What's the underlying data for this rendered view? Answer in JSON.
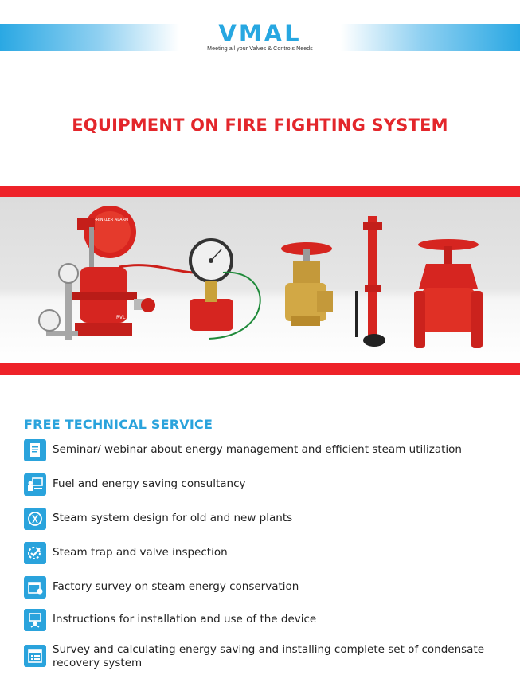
{
  "brand": {
    "name": "VMAL",
    "tagline": "Meeting all your Valves & Controls Needs",
    "accent": "#27a7e1"
  },
  "title": "EQUIPMENT ON FIRE FIGHTING SYSTEM",
  "title_color": "#e3262b",
  "band_color": "#ee2229",
  "products": [
    {
      "name": "alarm-valve",
      "label": "SPRINKLER ALARM"
    },
    {
      "name": "pressure-gauge-switch",
      "label": ""
    },
    {
      "name": "landing-valve",
      "label": ""
    },
    {
      "name": "hydrant-pillar",
      "label": ""
    },
    {
      "name": "gate-valve",
      "label": ""
    }
  ],
  "services": {
    "heading": "FREE TECHNICAL SERVICE",
    "items": [
      {
        "icon": "document-icon",
        "text": "Seminar/ webinar about energy management and efficient steam utilization"
      },
      {
        "icon": "presentation-icon",
        "text": "Fuel and energy saving consultancy"
      },
      {
        "icon": "design-icon",
        "text": "Steam system design for old and new plants"
      },
      {
        "icon": "inspection-icon",
        "text": "Steam trap and valve inspection"
      },
      {
        "icon": "calendar-survey-icon",
        "text": "Factory survey on steam energy conservation"
      },
      {
        "icon": "installation-icon",
        "text": "Instructions for installation and use of the device"
      },
      {
        "icon": "calculator-icon",
        "text": "Survey and calculating energy saving and installing complete set of condensate recovery system"
      }
    ]
  }
}
